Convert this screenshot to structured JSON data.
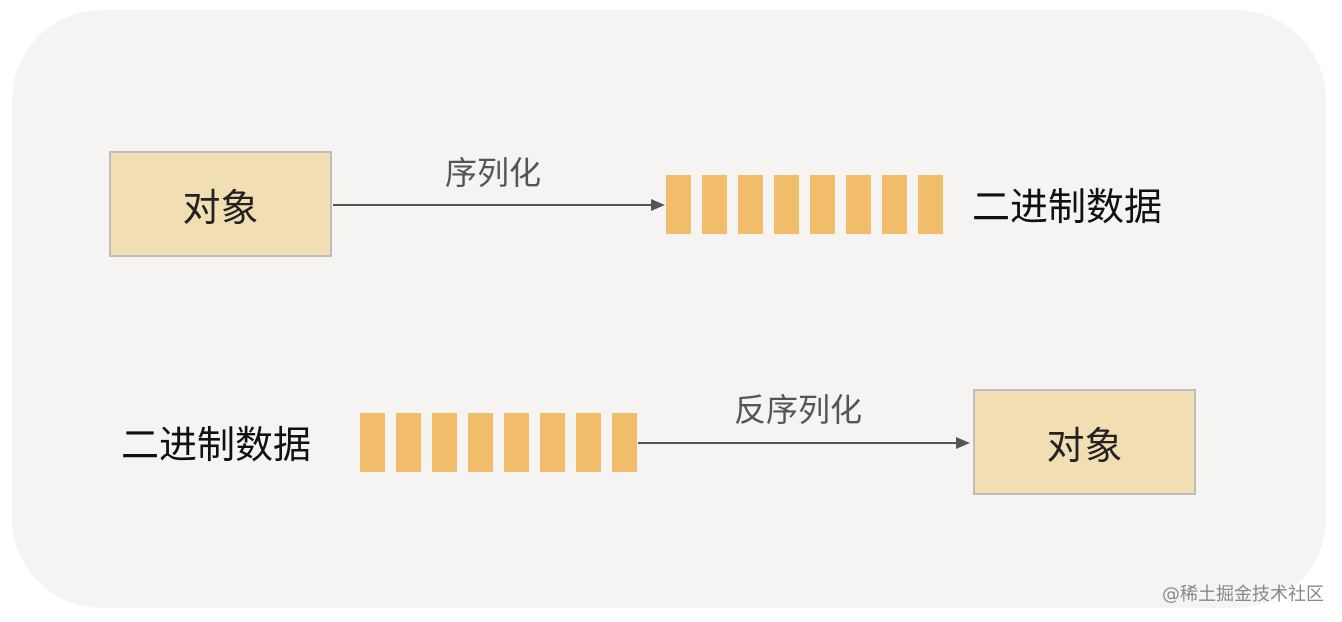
{
  "serialization": {
    "source_label": "对象",
    "arrow_label": "序列化",
    "target_label": "二进制数据",
    "byte_count": 8
  },
  "deserialization": {
    "source_label": "二进制数据",
    "arrow_label": "反序列化",
    "target_label": "对象",
    "byte_count": 8
  },
  "colors": {
    "background": "#f5f4f2",
    "object_box": "#f1dfb3",
    "byte_block": "#f2bd6a",
    "arrow": "#555555"
  },
  "watermark": "@稀土掘金技术社区"
}
